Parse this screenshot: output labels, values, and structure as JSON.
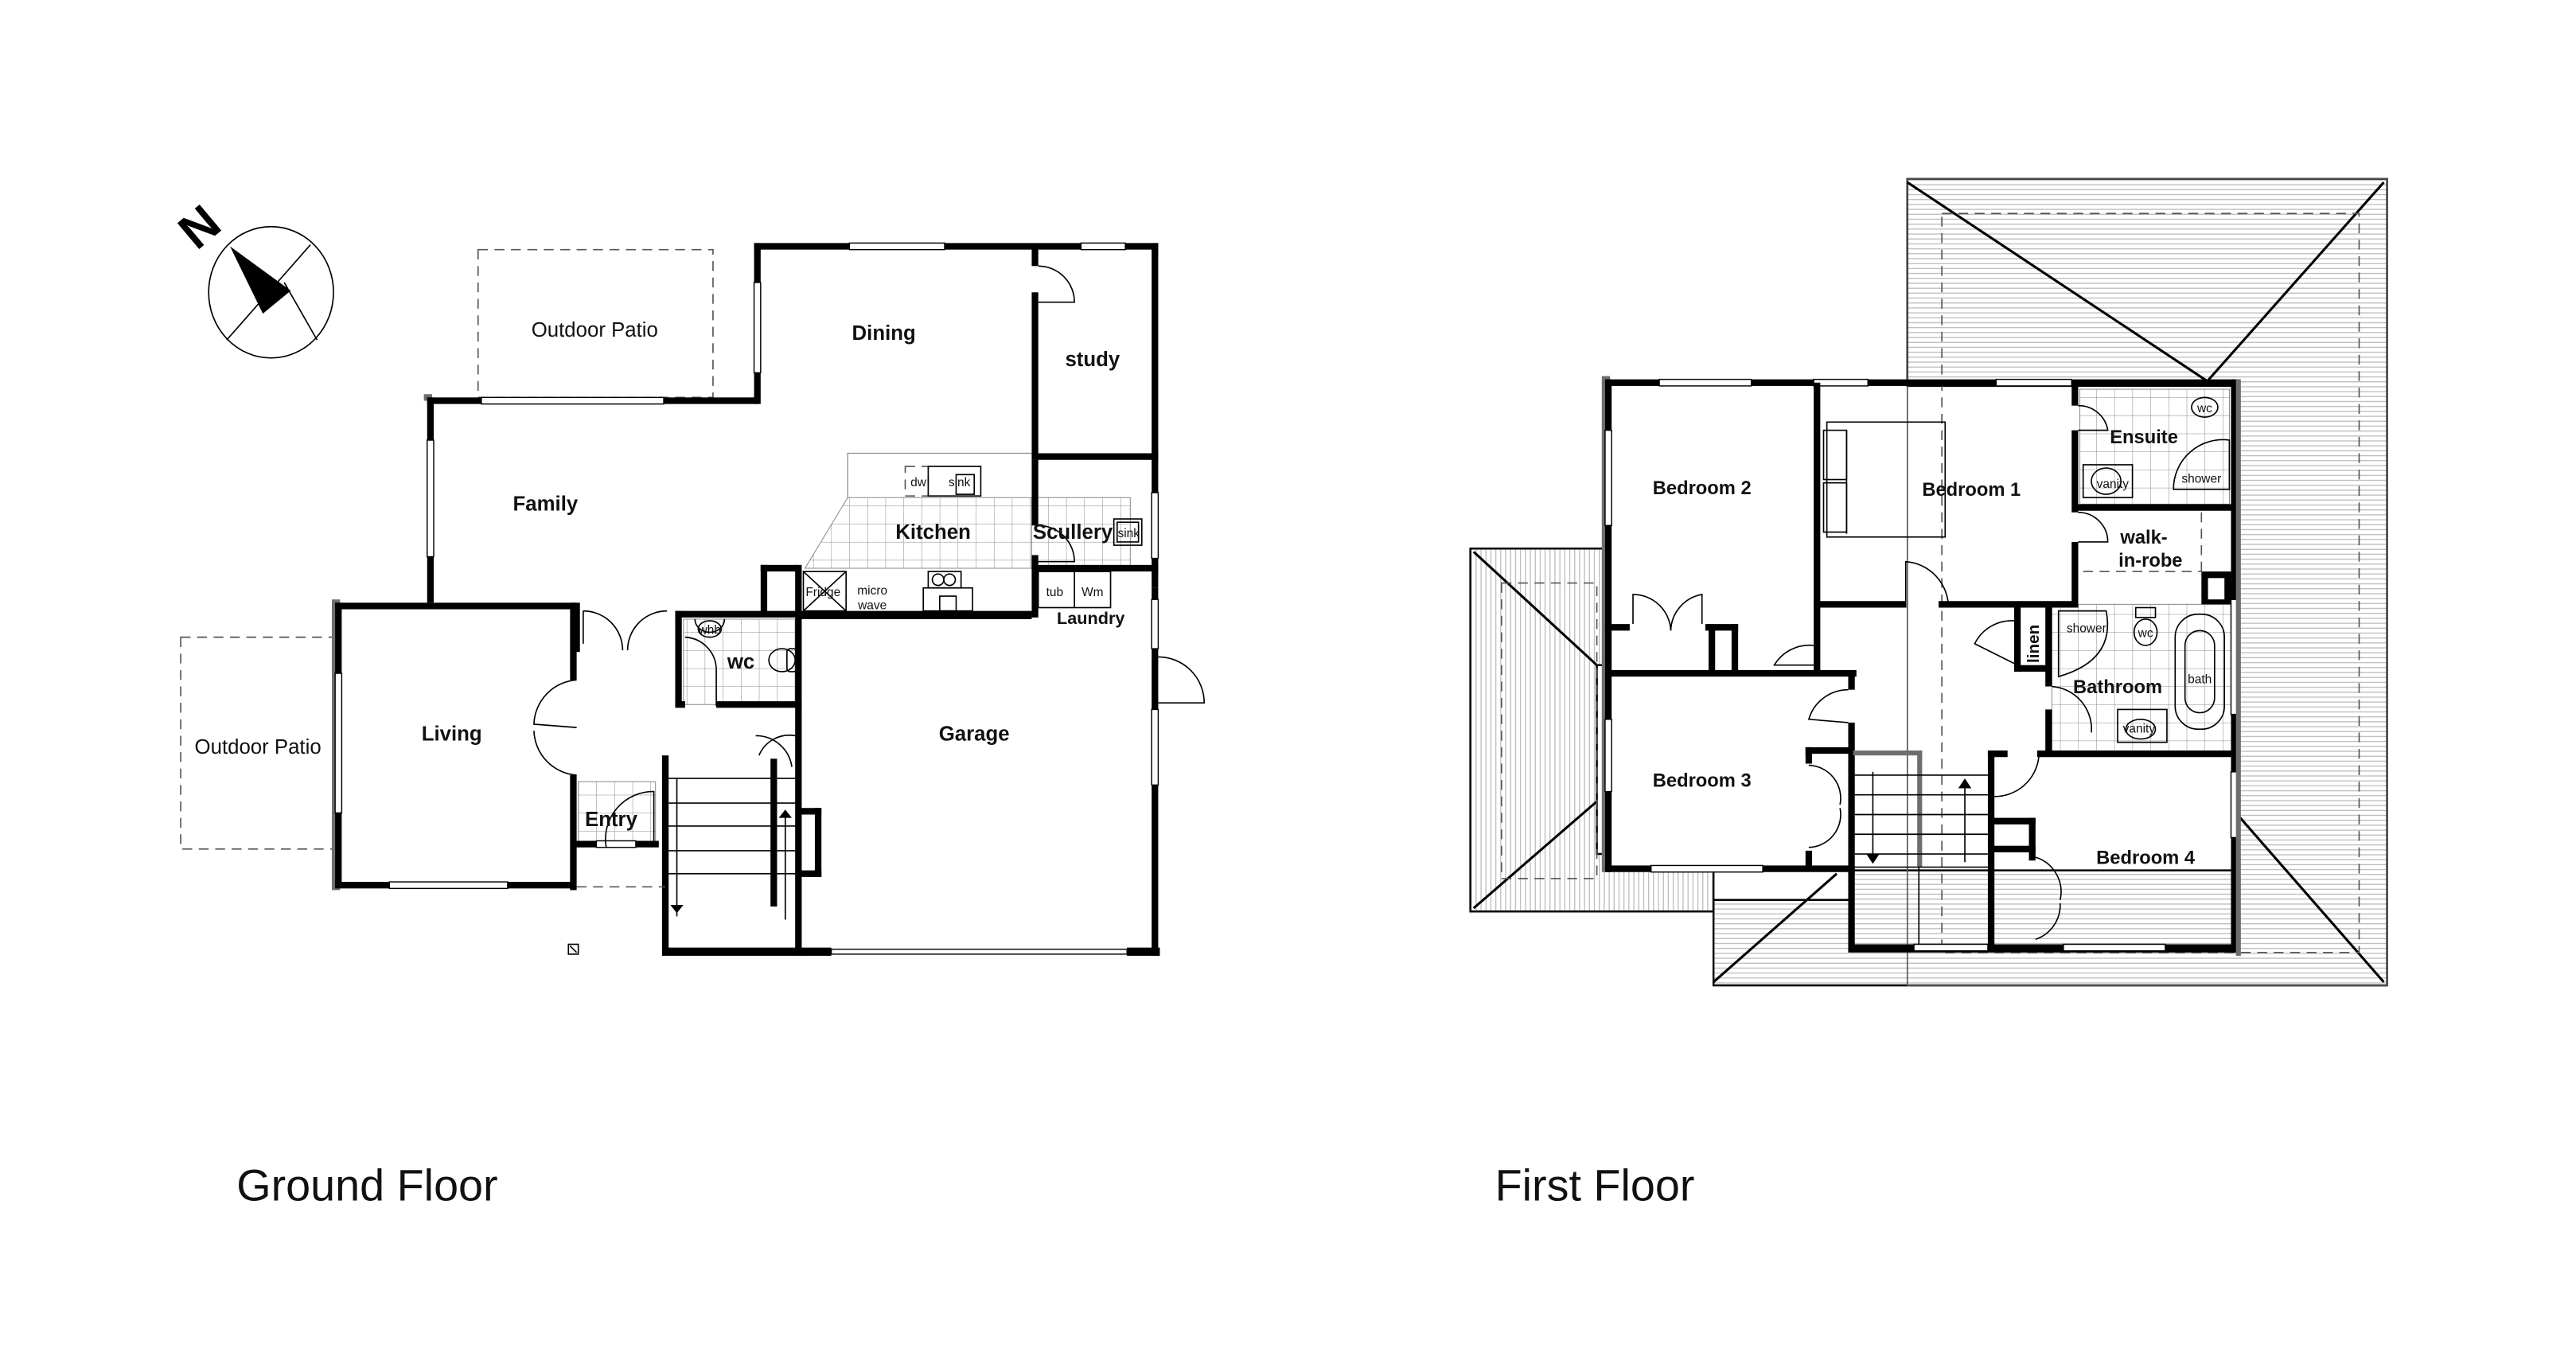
{
  "compass": {
    "north_label": "N"
  },
  "ground_floor": {
    "title": "Ground Floor",
    "rooms": {
      "outdoor_patio_top": "Outdoor Patio",
      "outdoor_patio_left": "Outdoor Patio",
      "dining": "Dining",
      "study": "study",
      "family": "Family",
      "kitchen": "Kitchen",
      "scullery": "Scullery",
      "laundry": "Laundry",
      "living": "Living",
      "wc": "wc",
      "entry": "Entry",
      "garage": "Garage"
    },
    "fixtures": {
      "dw": "dw",
      "kitchen_sink": "sink",
      "scullery_sink": "sink",
      "fridge": "Fridge",
      "microwave_line1": "micro",
      "microwave_line2": "wave",
      "tub": "tub",
      "wm": "Wm",
      "whb": "whb"
    }
  },
  "first_floor": {
    "title": "First Floor",
    "rooms": {
      "bedroom1": "Bedroom 1",
      "bedroom2": "Bedroom 2",
      "bedroom3": "Bedroom 3",
      "bedroom4": "Bedroom 4",
      "ensuite": "Ensuite",
      "walk_in_robe_line1": "walk-",
      "walk_in_robe_line2": "in-robe",
      "bathroom": "Bathroom",
      "linen": "linen"
    },
    "fixtures": {
      "ensuite_wc": "wc",
      "ensuite_shower": "shower",
      "ensuite_vanity": "vanity",
      "bath_shower": "shower",
      "bath_wc": "wc",
      "bath": "bath",
      "bath_vanity": "vanity"
    }
  },
  "colors": {
    "wall": "#000000",
    "wall_shadow": "#6e6e6e",
    "tile_grid": "#8a8a8a",
    "background": "#ffffff"
  }
}
